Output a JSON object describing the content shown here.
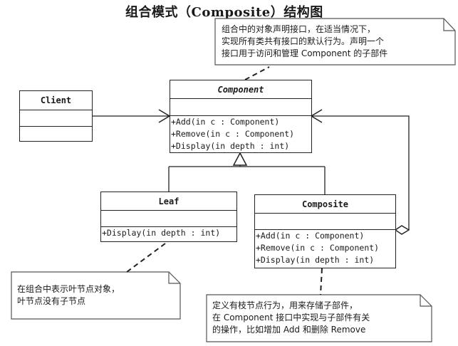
{
  "title": "组合模式（Composite）结构图",
  "classes": {
    "client": {
      "name": "Client",
      "operations": []
    },
    "component": {
      "name": "Component",
      "abstract": true,
      "operations": [
        "+Add(in c : Component)",
        "+Remove(in c : Component)",
        "+Display(in depth : int)"
      ]
    },
    "leaf": {
      "name": "Leaf",
      "operations": [
        "+Display(in depth : int)"
      ]
    },
    "composite": {
      "name": "Composite",
      "operations": [
        "+Add(in c : Component)",
        "+Remove(in c : Component)",
        "+Display(in depth : int)"
      ]
    }
  },
  "notes": {
    "component_note": [
      "组合中的对象声明接口，在适当情况下，",
      "实现所有类共有接口的默认行为。声明一个",
      "接口用于访问和管理 Component 的子部件"
    ],
    "leaf_note": [
      "在组合中表示叶节点对象，",
      "叶节点没有子节点"
    ],
    "composite_note": [
      "定义有枝节点行为，用来存储子部件，",
      "在 Component 接口中实现与子部件有关",
      "的操作，比如增加 Add 和删除 Remove"
    ]
  },
  "relations": [
    {
      "type": "association",
      "from": "Client",
      "to": "Component"
    },
    {
      "type": "generalization",
      "from": "Leaf",
      "to": "Component"
    },
    {
      "type": "generalization",
      "from": "Composite",
      "to": "Component"
    },
    {
      "type": "aggregation",
      "from": "Composite",
      "to": "Component"
    }
  ],
  "colors": {
    "line": "#222222",
    "background": "#ffffff"
  }
}
